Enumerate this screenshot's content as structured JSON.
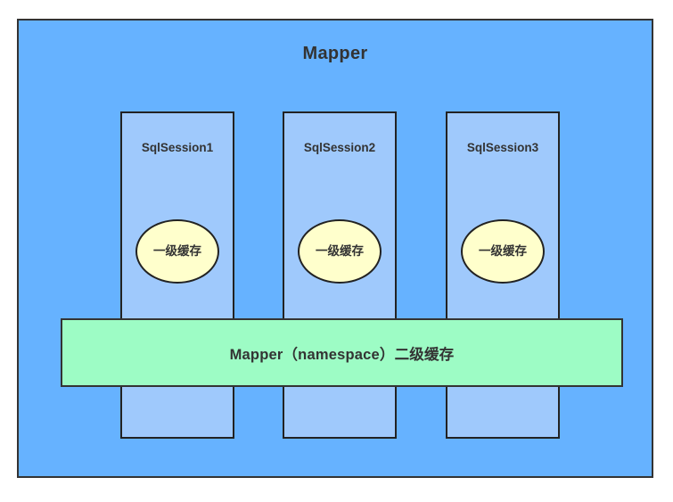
{
  "diagram": {
    "title": "Mapper",
    "outer_fill": "#66b2ff",
    "outer_stroke": "#333333",
    "sessions": [
      {
        "label": "SqlSession1",
        "fill": "#9fc9fc",
        "cache": {
          "label": "一级缓存",
          "fill": "#ffffcc"
        }
      },
      {
        "label": "SqlSession2",
        "fill": "#9fc9fc",
        "cache": {
          "label": "一级缓存",
          "fill": "#ffffcc"
        }
      },
      {
        "label": "SqlSession3",
        "fill": "#9fc9fc",
        "cache": {
          "label": "一级缓存",
          "fill": "#ffffcc"
        }
      }
    ],
    "second_level_cache": {
      "label": "Mapper（namespace）二级缓存",
      "fill": "#9dfcc5",
      "stroke": "#333333"
    }
  }
}
